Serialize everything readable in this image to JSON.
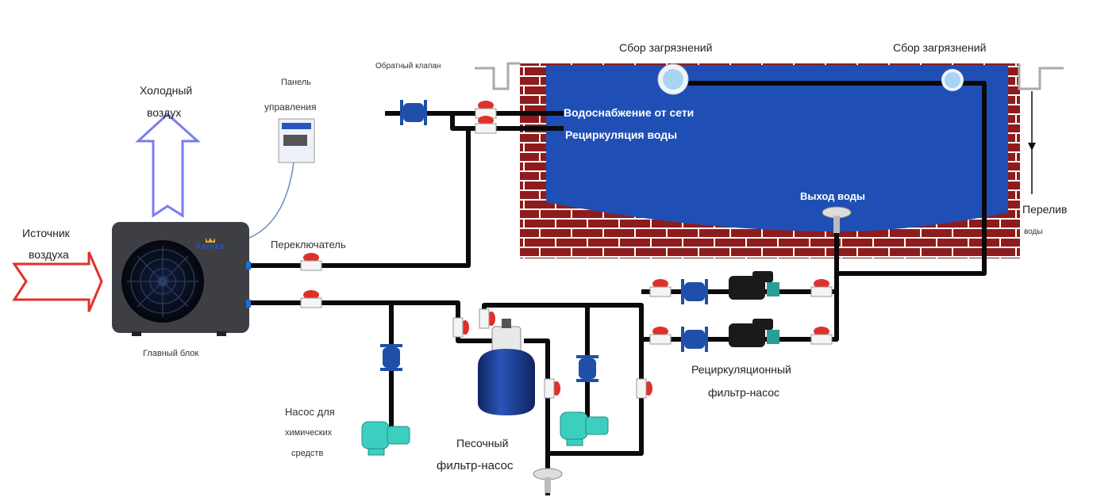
{
  "labels": {
    "cold_air_1": "Холодный",
    "cold_air_2": "воздух",
    "air_source_1": "Источник",
    "air_source_2": "воздуха",
    "panel_1": "Панель",
    "panel_2": "управления",
    "check_valve": "Обратный клапан",
    "switch": "Переключатель",
    "main_unit": "Главный блок",
    "chem_pump_1": "Насос для",
    "chem_pump_2": "химических",
    "chem_pump_3": "средств",
    "sand_filter_1": "Песочный",
    "sand_filter_2": "фильтр-насос",
    "recirc_pump_1": "Рециркуляционный",
    "recirc_pump_2": "фильтр-насос",
    "skimmer_1": "Сбор загрязнений",
    "skimmer_2": "Сбор загрязнений",
    "mains_supply": "Водоснабжение от сети",
    "recirculation": "Рециркуляция воды",
    "water_outlet": "Выход воды",
    "overflow_1": "Перелив",
    "overflow_2": "воды"
  },
  "colors": {
    "pool_water": "#1f4fb4",
    "brick": "#8e1c1c",
    "pipe": "#0a0a0a",
    "valve_handle": "#e0302a",
    "cold_air_arrow": "#7b7bf0",
    "air_source_arrow": "#e0302a",
    "pump": "#3ccfc0",
    "filter_tank": "#1a3b8f",
    "heat_pump_body": "#3d3f44"
  },
  "unit_logo": "RAYHEA"
}
